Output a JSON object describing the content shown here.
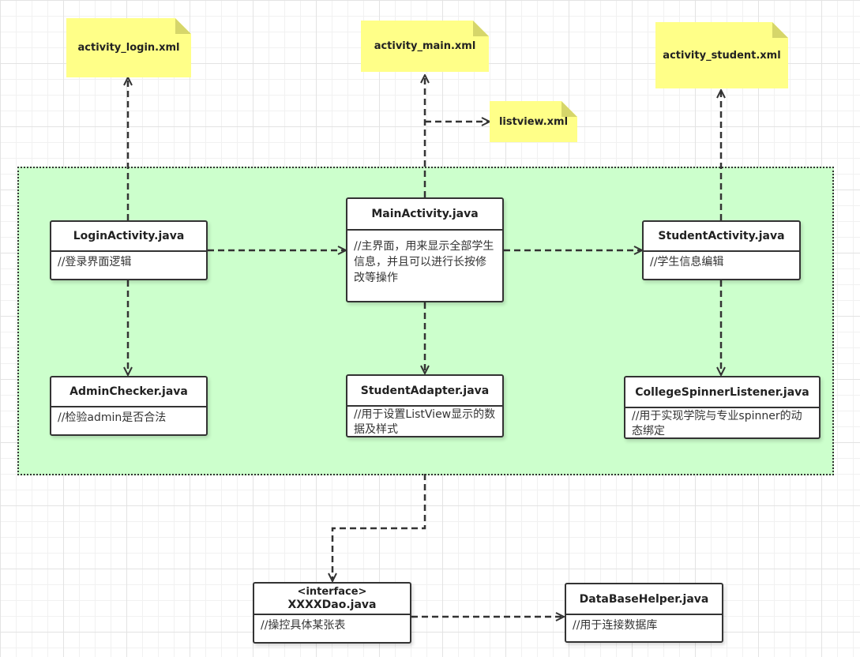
{
  "notes": {
    "activity_login": "activity_login.xml",
    "activity_main": "activity_main.xml",
    "activity_student": "activity_student.xml",
    "listview": "listview.xml"
  },
  "classes": {
    "login_activity": {
      "name": "LoginActivity.java",
      "desc": "//登录界面逻辑"
    },
    "main_activity": {
      "name": "MainActivity.java",
      "desc": "//主界面，用来显示全部学生信息，并且可以进行长按修改等操作"
    },
    "student_activity": {
      "name": "StudentActivity.java",
      "desc": "//学生信息编辑"
    },
    "admin_checker": {
      "name": "AdminChecker.java",
      "desc": "//检验admin是否合法"
    },
    "student_adapter": {
      "name": "StudentAdapter.java",
      "desc": "//用于设置ListView显示的数据及样式"
    },
    "college_spinner_listener": {
      "name": "CollegeSpinnerListener.java",
      "desc": "//用于实现学院与专业spinner的动态绑定"
    },
    "xxxx_dao": {
      "stereotype": "<interface>",
      "name": "XXXXDao.java",
      "desc": "//操控具体某张表"
    },
    "database_helper": {
      "name": "DataBaseHelper.java",
      "desc": "//用于连接数据库"
    }
  },
  "colors": {
    "note_fill": "#ffff88",
    "container_fill": "#ccffcc",
    "stroke": "#333333"
  }
}
